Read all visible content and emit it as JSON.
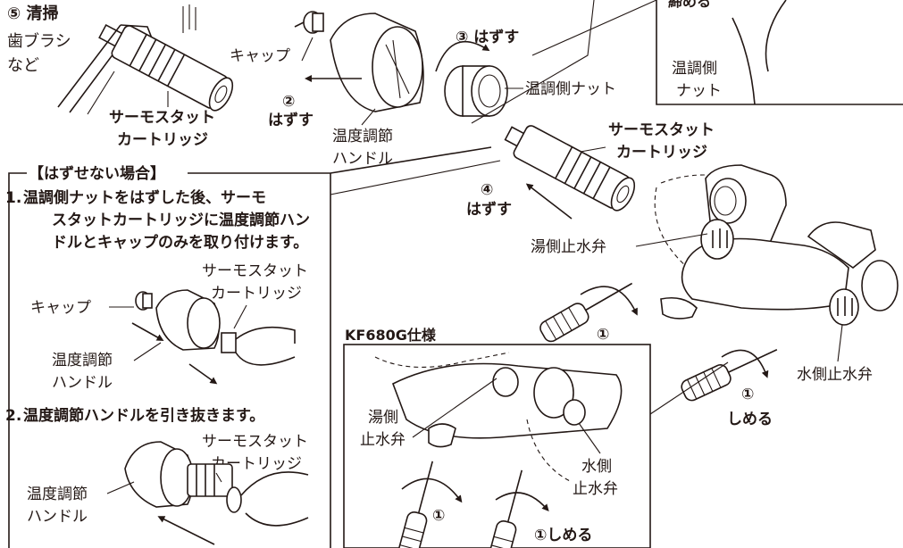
{
  "step5": {
    "title": "⑤ 清掃",
    "tool_line1": "歯ブラシ",
    "tool_line2": "など"
  },
  "cartridge_label": {
    "line1": "サーモスタット",
    "line2": "カートリッジ"
  },
  "cap_label": "キャップ",
  "step2": {
    "num": "②",
    "text": "はずす"
  },
  "handle_label": {
    "line1": "温度調節",
    "line2": "ハンドル"
  },
  "step3": {
    "text": "③ はずす"
  },
  "nut_label": "温調側ナット",
  "inset_top": {
    "tighten": "締める",
    "nut_line1": "温調側",
    "nut_line2": "ナット"
  },
  "step4": {
    "num": "④",
    "text": "はずす"
  },
  "cannot_remove": {
    "title": "【はずせない場合】",
    "item1_num": "1.",
    "item1_line1": "温調側ナットをはずした後、サーモ",
    "item1_line2": "スタットカートリッジに温度調節ハン",
    "item1_line3": "ドルとキャップのみを取り付けます。",
    "item2_num": "2.",
    "item2_text": "温度調節ハンドルを引き抜きます。"
  },
  "hot_valve_label": "湯側止水弁",
  "cold_valve_label": "水側止水弁",
  "step1_num": "①",
  "step1_tighten": {
    "num": "①",
    "text": "しめる"
  },
  "kf680g": {
    "title": "KF680G仕様",
    "hot_line1": "湯側",
    "hot_line2": "止水弁",
    "cold_line1": "水側",
    "cold_line2": "止水弁",
    "num": "①",
    "tighten": "①しめる"
  }
}
